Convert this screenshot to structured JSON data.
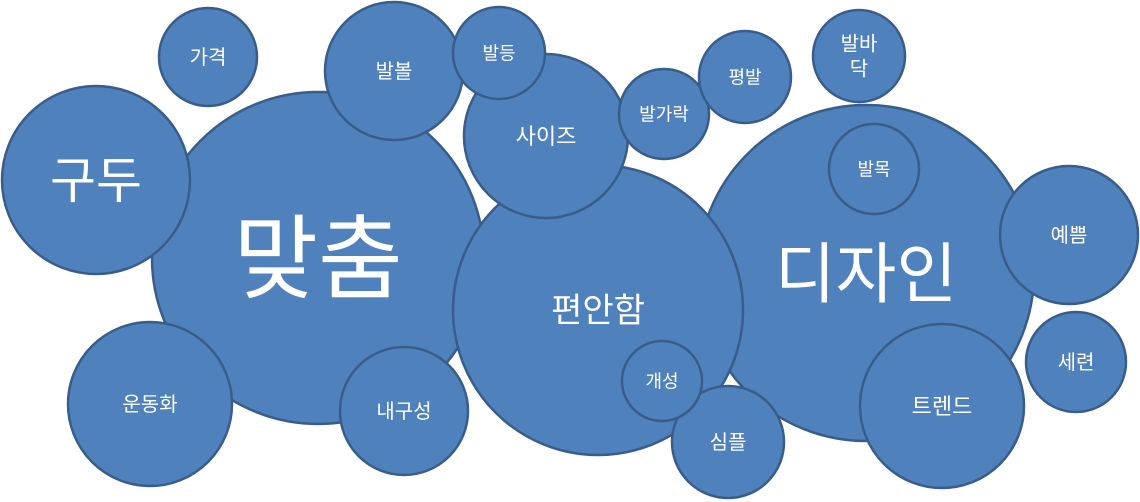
{
  "diagram": {
    "colors": {
      "fill": "#4f81bd",
      "stroke": "#385d8a",
      "text": "#ffffff"
    },
    "bubbles": [
      {
        "id": "matchum",
        "label": "맞춤"
      },
      {
        "id": "dijain",
        "label": "디자인"
      },
      {
        "id": "pyeonanham",
        "label": "편안함"
      },
      {
        "id": "gudu",
        "label": "구두"
      },
      {
        "id": "balbol",
        "label": "발볼"
      },
      {
        "id": "saijeu",
        "label": "사이즈"
      },
      {
        "id": "teurendeu",
        "label": "트렌드"
      },
      {
        "id": "undonghwa",
        "label": "운동화"
      },
      {
        "id": "naeguseong",
        "label": "내구성"
      },
      {
        "id": "yeppeum",
        "label": "예쁨"
      },
      {
        "id": "sempeul",
        "label": "심플"
      },
      {
        "id": "seryeon",
        "label": "세련"
      },
      {
        "id": "gagyeok",
        "label": "가격"
      },
      {
        "id": "balbadak",
        "label": "발바\n닥"
      },
      {
        "id": "balmok",
        "label": "발목"
      },
      {
        "id": "baldeung",
        "label": "발등"
      },
      {
        "id": "balgarak",
        "label": "발가락"
      },
      {
        "id": "pyeongbal",
        "label": "평발"
      },
      {
        "id": "gaeseong",
        "label": "개성"
      }
    ]
  }
}
